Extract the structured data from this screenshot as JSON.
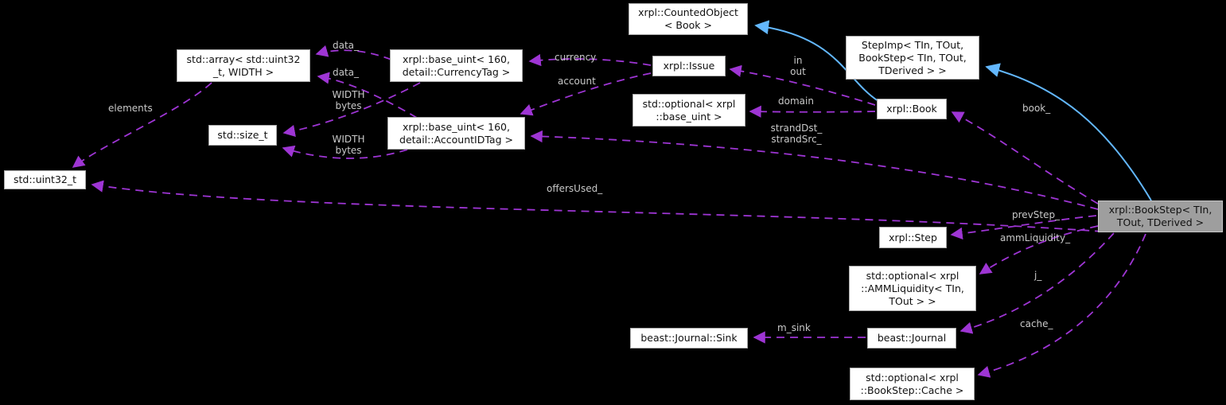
{
  "colors": {
    "background": "#000000",
    "usage_edge": "#9e35d4",
    "inheritance_edge": "#63b8ff",
    "node_background": "#ffffff",
    "node_border": "#a9a9a9",
    "main_node_background": "#9e9e9e",
    "edge_label_text": "#c9c9c9",
    "node_text": "#111111"
  },
  "nodes": {
    "counted_object": {
      "label": "xrpl::CountedObject\n< Book >"
    },
    "step_imp": {
      "label": "StepImp< TIn, TOut,\nBookStep< TIn, TOut,\nTDerived > >"
    },
    "issue": {
      "label": "xrpl::Issue"
    },
    "optional_base_uint": {
      "label": "std::optional< xrpl\n::base_uint >"
    },
    "book": {
      "label": "xrpl::Book"
    },
    "array": {
      "label": "std::array< std::uint32\n_t, WIDTH >"
    },
    "base_uint_currency": {
      "label": "xrpl::base_uint< 160,\ndetail::CurrencyTag >"
    },
    "size_t": {
      "label": "std::size_t"
    },
    "base_uint_account": {
      "label": "xrpl::base_uint< 160,\ndetail::AccountIDTag >"
    },
    "uint32_t": {
      "label": "std::uint32_t"
    },
    "book_step": {
      "label": "xrpl::BookStep< TIn,\nTOut, TDerived >"
    },
    "step": {
      "label": "xrpl::Step"
    },
    "optional_amm": {
      "label": "std::optional< xrpl\n::AMMLiquidity< TIn,\nTOut > >"
    },
    "journal": {
      "label": "beast::Journal"
    },
    "optional_cache": {
      "label": "std::optional< xrpl\n::BookStep::Cache >"
    },
    "journal_sink": {
      "label": "beast::Journal::Sink"
    }
  },
  "edge_labels": {
    "data_top": "data_",
    "data_bottom": "data_",
    "width_bytes_1": "WIDTH\nbytes",
    "width_bytes_2": "WIDTH\nbytes",
    "elements": "elements",
    "currency": "currency",
    "account": "account",
    "in_out": "in\nout",
    "domain": "domain",
    "strand": "strandDst_\nstrandSrc_",
    "offers_used": "offersUsed_",
    "book": "book_",
    "prev_step": "prevStep_",
    "amm_liquidity": "ammLiquidity_",
    "j": "j_",
    "cache": "cache_",
    "m_sink": "m_sink"
  }
}
